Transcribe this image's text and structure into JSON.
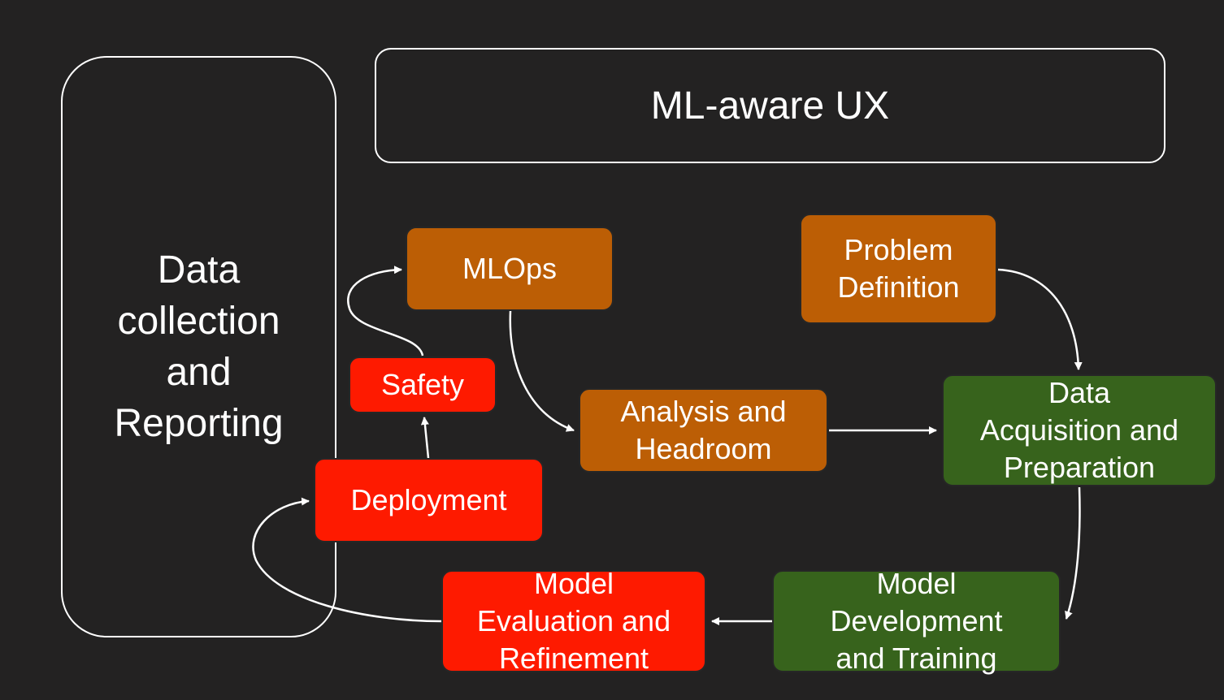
{
  "colors": {
    "background": "#232222",
    "outline": "#ffffff",
    "orange": "#bc5e05",
    "green": "#37631c",
    "red": "#fe1a00",
    "arrow": "#ffffff"
  },
  "containers": {
    "data_collection": "Data\ncollection\nand\nReporting",
    "ml_aware_ux": "ML-aware UX"
  },
  "nodes": {
    "mlops": "MLOps",
    "problem_definition": "Problem\nDefinition",
    "analysis_headroom": "Analysis and\nHeadroom",
    "data_acquisition": "Data\nAcquisition and\nPreparation",
    "safety": "Safety",
    "deployment": "Deployment",
    "model_evaluation": "Model\nEvaluation and\nRefinement",
    "model_development": "Model\nDevelopment\nand Training"
  }
}
